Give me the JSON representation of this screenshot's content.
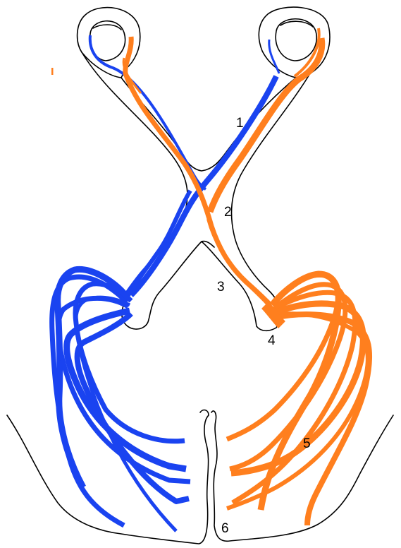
{
  "labels": {
    "optic_nerve": "1",
    "optic_chiasm": "2",
    "optic_tract": "3",
    "lateral_geniculate_nucleus": "4",
    "optic_radiation": "5",
    "visual_cortex": "6"
  },
  "colors": {
    "left_pathway": "#1a43f0",
    "right_pathway": "#ff7f1e",
    "outline": "#000000",
    "background": "#ffffff"
  }
}
